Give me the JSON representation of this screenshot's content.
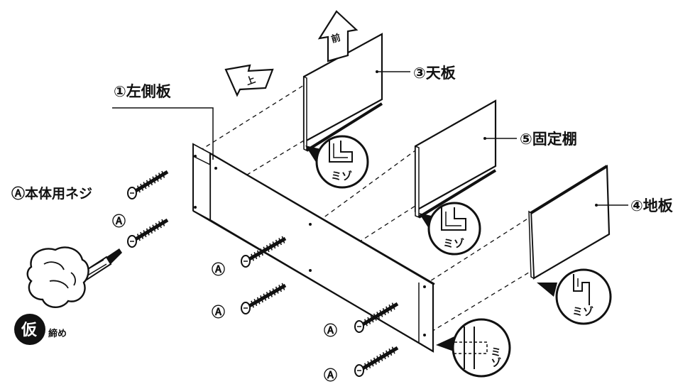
{
  "labels": {
    "left_side": "①左側板",
    "top_board": "③天板",
    "fixed_shelf": "⑤固定棚",
    "bottom_board": "④地板",
    "screw_legend": "Ⓐ本体用ネジ",
    "screw_a": "Ⓐ"
  },
  "arrows": {
    "front": "前",
    "up": "上"
  },
  "groove": "ミゾ",
  "temp_badge": "仮",
  "temp_suffix": "締め",
  "colors": {
    "ink": "#111111",
    "paper": "#ffffff"
  }
}
